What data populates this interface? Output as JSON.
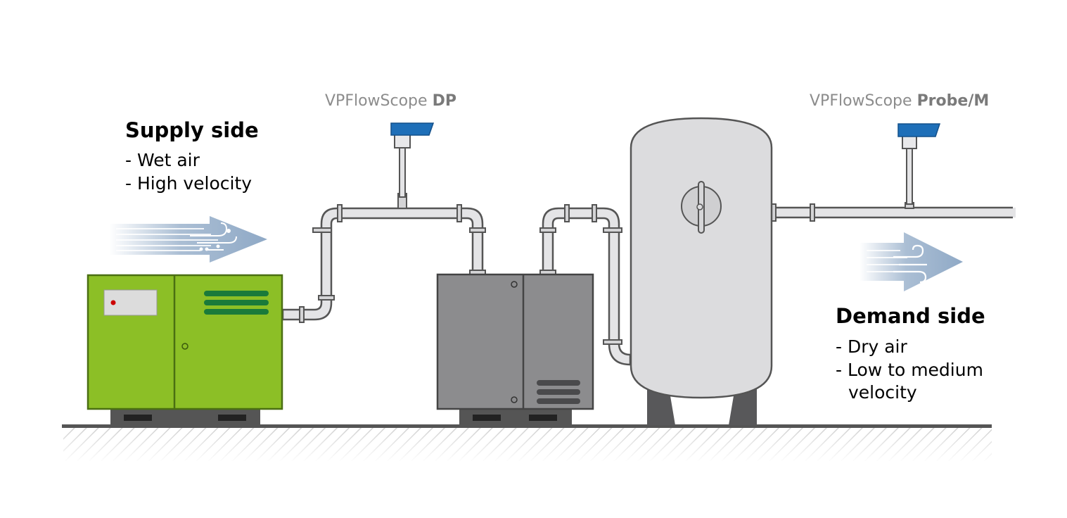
{
  "supply": {
    "title": "Supply side",
    "items": [
      "- Wet air",
      "- High velocity"
    ]
  },
  "demand": {
    "title": "Demand side",
    "items": [
      "- Dry air",
      "- Low to medium",
      "velocity"
    ]
  },
  "sensors": [
    {
      "prefix": "VPFlowScope ",
      "model": "DP"
    },
    {
      "prefix": "VPFlowScope ",
      "model": "Probe/M"
    }
  ],
  "colors": {
    "compressor": "#8cbf26",
    "vent": "#1a7a3a",
    "dryer": "#8c8c8e",
    "tank": "#dcdcde",
    "pipe": "#e4e4e6",
    "sensor_head": "#1e6fb8",
    "arrow": "#8fa9c6",
    "floor": "#555555",
    "indicator": "#cc0000"
  },
  "icons": [
    "wind-drops-icon",
    "wind-icon"
  ]
}
